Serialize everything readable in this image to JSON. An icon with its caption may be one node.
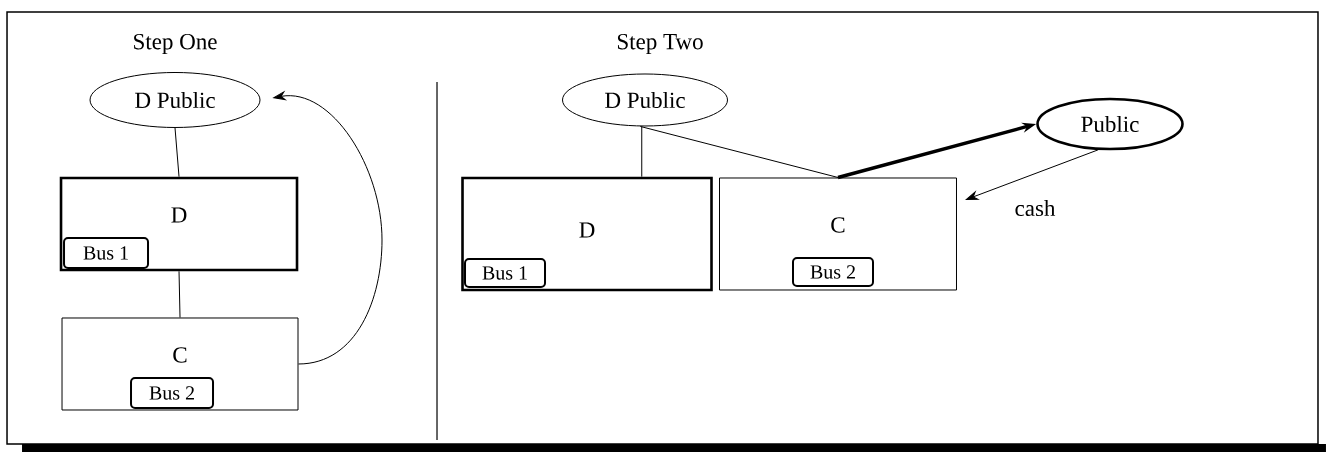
{
  "diagram": {
    "nodes": [
      {
        "text": [
          "D Public"
        ]
      },
      {
        "text": [
          "D"
        ]
      },
      {
        "text": [
          "Bus 1"
        ],
        "in": 1
      },
      {
        "text": [
          "C"
        ]
      },
      {
        "text": [
          "Bus 2"
        ],
        "in": 3
      },
      {
        "text": [
          "D Public"
        ]
      },
      {
        "text": [
          "D"
        ]
      },
      {
        "text": [
          "Bus 1"
        ],
        "in": 6
      },
      {
        "text": [
          "C"
        ]
      },
      {
        "text": [
          "Bus 2"
        ],
        "in": 8
      },
      {
        "text": [
          "Public"
        ]
      }
    ],
    "edges": [
      {
        "from": 0,
        "to": 1,
        "arrow": "none"
      },
      {
        "from": 1,
        "to": 3,
        "arrow": "none"
      },
      {
        "from": 3,
        "to": 0,
        "arrow": "to"
      },
      {
        "from": 5,
        "to": 6,
        "arrow": "none"
      },
      {
        "from": 5,
        "to": 8,
        "arrow": "none"
      },
      {
        "from": 8,
        "to": 10,
        "arrow": "to",
        "style": "thick"
      },
      {
        "from": 10,
        "to": 8,
        "arrow": "to",
        "label": "cash"
      }
    ],
    "labels": [
      "Step One",
      "Step Two"
    ]
  }
}
